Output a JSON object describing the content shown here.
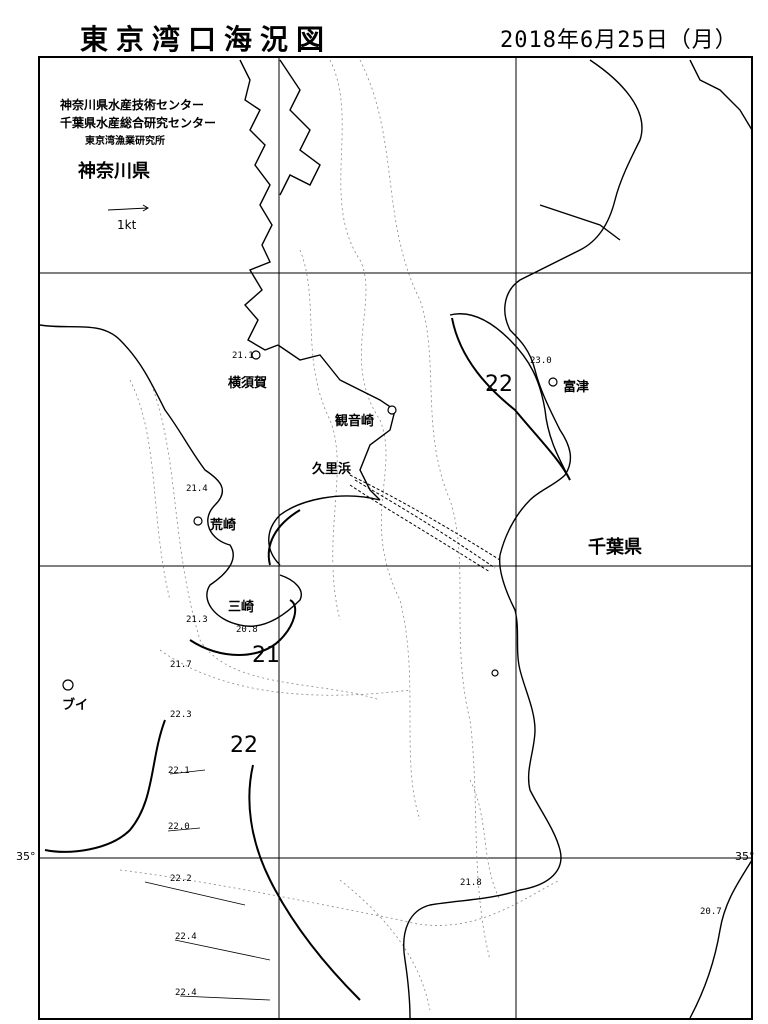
{
  "header": {
    "title": "東京湾口海況図",
    "date": "2018年6月25日（月）"
  },
  "organizations": [
    "神奈川県水産技術センター",
    "千葉県水産総合研究センター",
    "東京湾漁業研究所"
  ],
  "prefectures": {
    "kanagawa": "神奈川県",
    "chiba": "千葉県"
  },
  "scale_label": "1kt",
  "places": {
    "yokosuka": "横須賀",
    "kannonzaki": "観音崎",
    "kurihama": "久里浜",
    "futtsu": "富津",
    "arasaki": "荒崎",
    "misaki": "三崎",
    "buoy": "ブイ"
  },
  "isotherm_labels": [
    "22",
    "21",
    "22"
  ],
  "temperatures": [
    "21.1",
    "23.0",
    "21.4",
    "21.3",
    "20.8",
    "21.7",
    "22.3",
    "22.1",
    "22.0",
    "22.2",
    "22.4",
    "22.4",
    "21.8",
    "20.7"
  ],
  "latitude_label": "35°"
}
